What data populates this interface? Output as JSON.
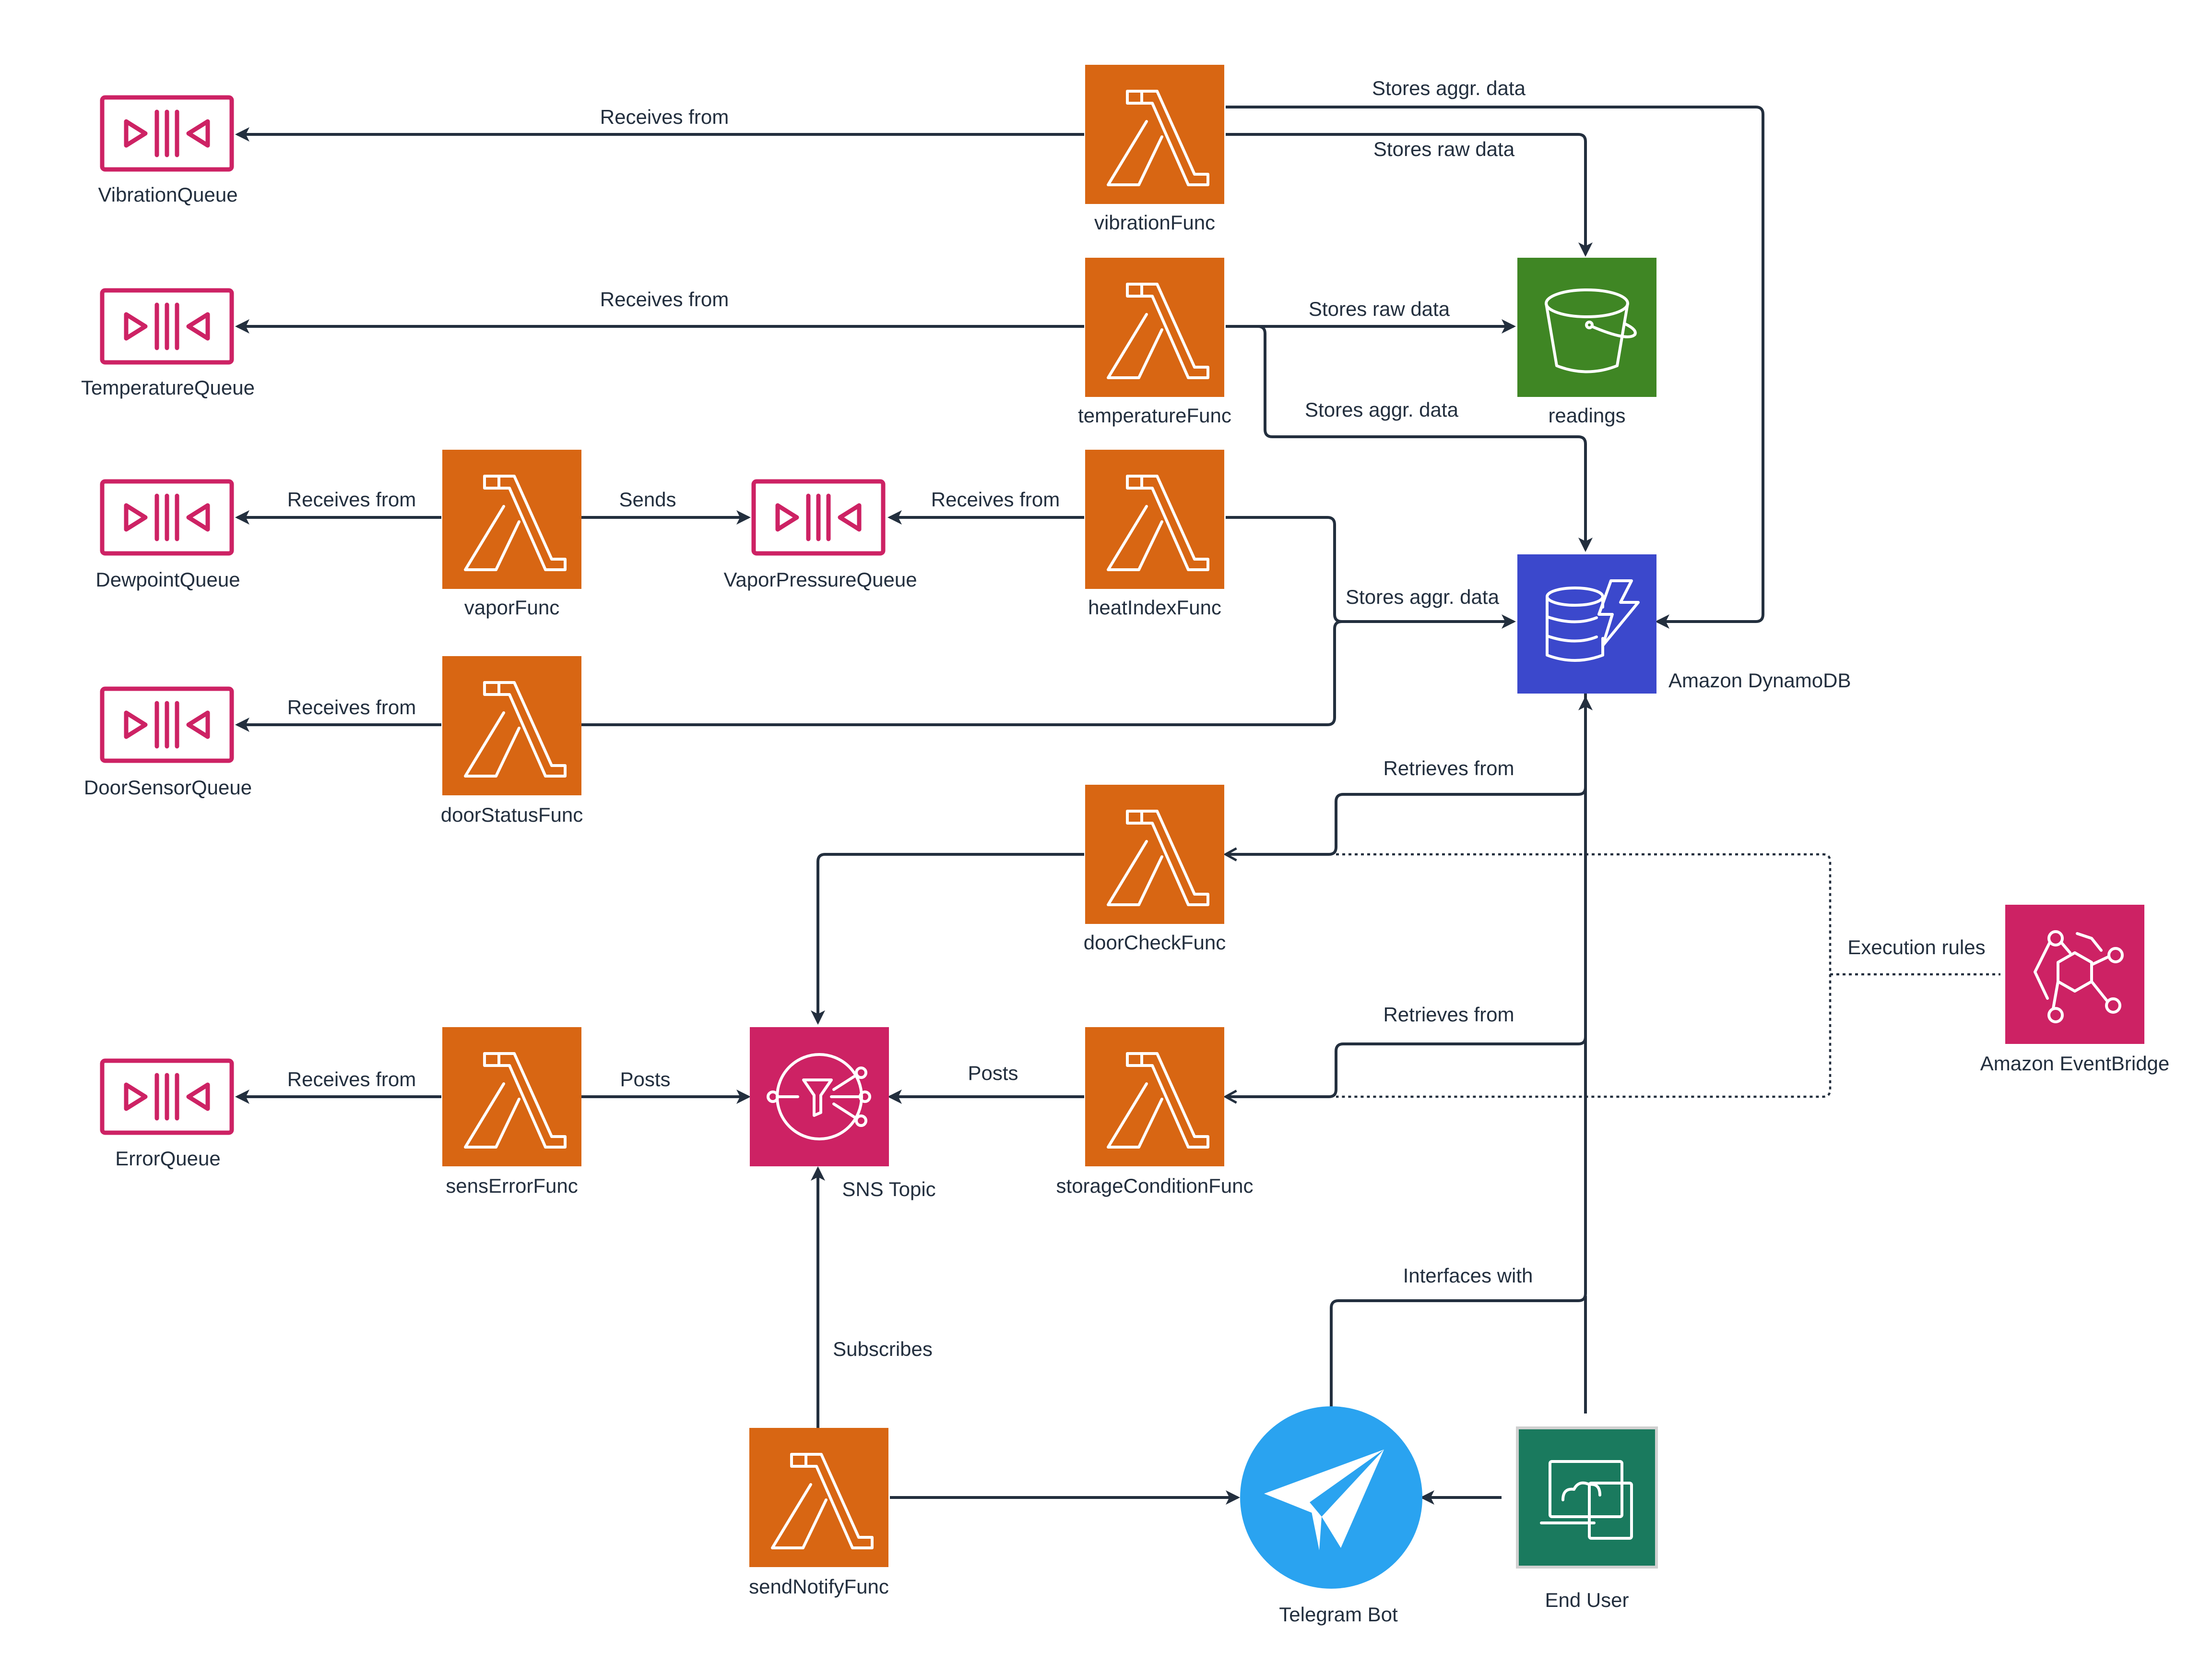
{
  "colors": {
    "lambda": "#d86613",
    "queue": "#cd2264",
    "s3": "#3f8624",
    "dynamodb": "#3b48cc",
    "sns": "#cd2264",
    "eventbridge": "#cd2264",
    "telegram": "#2aa3f0",
    "workspaces": "#1a7a5e",
    "line": "#232f3e"
  },
  "nodes": {
    "vibrationQueue": {
      "label": "VibrationQueue",
      "icon": "sqs-queue-icon"
    },
    "temperatureQueue": {
      "label": "TemperatureQueue",
      "icon": "sqs-queue-icon"
    },
    "dewpointQueue": {
      "label": "DewpointQueue",
      "icon": "sqs-queue-icon"
    },
    "doorSensorQueue": {
      "label": "DoorSensorQueue",
      "icon": "sqs-queue-icon"
    },
    "errorQueue": {
      "label": "ErrorQueue",
      "icon": "sqs-queue-icon"
    },
    "vaporPressureQueue": {
      "label": "VaporPressureQueue",
      "icon": "sqs-queue-icon"
    },
    "vibrationFunc": {
      "label": "vibrationFunc",
      "icon": "lambda-icon"
    },
    "temperatureFunc": {
      "label": "temperatureFunc",
      "icon": "lambda-icon"
    },
    "vaporFunc": {
      "label": "vaporFunc",
      "icon": "lambda-icon"
    },
    "heatIndexFunc": {
      "label": "heatIndexFunc",
      "icon": "lambda-icon"
    },
    "doorStatusFunc": {
      "label": "doorStatusFunc",
      "icon": "lambda-icon"
    },
    "doorCheckFunc": {
      "label": "doorCheckFunc",
      "icon": "lambda-icon"
    },
    "sensErrorFunc": {
      "label": "sensErrorFunc",
      "icon": "lambda-icon"
    },
    "storageConditionFunc": {
      "label": "storageConditionFunc",
      "icon": "lambda-icon"
    },
    "sendNotifyFunc": {
      "label": "sendNotifyFunc",
      "icon": "lambda-icon"
    },
    "readings": {
      "label": "readings",
      "icon": "s3-bucket-icon"
    },
    "dynamodb": {
      "label": "Amazon DynamoDB",
      "icon": "dynamodb-icon"
    },
    "snsTopic": {
      "label": "SNS Topic",
      "icon": "sns-icon"
    },
    "eventBridge": {
      "label": "Amazon EventBridge",
      "icon": "eventbridge-icon"
    },
    "telegramBot": {
      "label": "Telegram Bot",
      "icon": "telegram-icon"
    },
    "endUser": {
      "label": "End User",
      "icon": "workspaces-icon"
    }
  },
  "edges": {
    "vibration_receives": "Receives from",
    "vibration_stores_aggr": "Stores aggr. data",
    "vibration_stores_raw": "Stores raw data",
    "temperature_receives": "Receives from",
    "temperature_stores_raw": "Stores raw data",
    "temperature_stores_aggr": "Stores aggr. data",
    "vapor_receives": "Receives from",
    "vapor_sends": "Sends",
    "heatindex_receives": "Receives from",
    "heatindex_stores_aggr": "Stores aggr. data",
    "doorstatus_receives": "Receives from",
    "doorcheck_retrieves": "Retrieves from",
    "storage_retrieves": "Retrieves from",
    "execution_rules": "Execution rules",
    "senserror_receives": "Receives from",
    "senserror_posts": "Posts",
    "storage_posts": "Posts",
    "subscribes": "Subscribes",
    "interfaces": "Interfaces with"
  }
}
